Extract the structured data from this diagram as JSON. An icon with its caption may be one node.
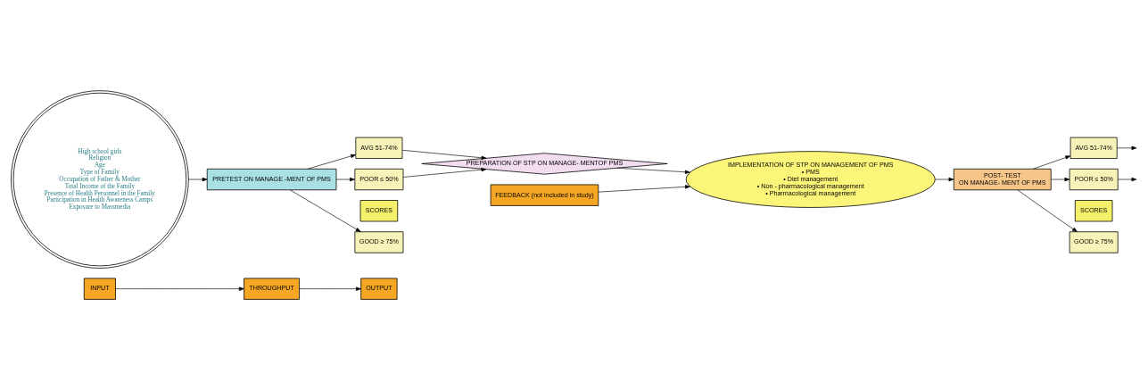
{
  "diagram": {
    "nodes": [
      {
        "text": [
          "INPUT"
        ]
      },
      {
        "text": [
          "THROUGHPUT"
        ]
      },
      {
        "text": [
          "OUTPUT"
        ]
      },
      {
        "text": [
          "High school girls",
          "Religion",
          "Age",
          "Type of Family",
          "Occupation of Father & Mother",
          "Total Income of the Family",
          "Presence of Health Personnel in the Family",
          "Participation in Health Awareness Camps",
          "Exposure to Massmedia"
        ]
      },
      {
        "text": [
          "PRETEST ON MANAGE -MENT OF PMS"
        ]
      },
      {
        "text": [
          "SCORES"
        ]
      },
      {
        "text": [
          "GOOD ≥ 75%"
        ]
      },
      {
        "text": [
          "AVG 51-74%"
        ]
      },
      {
        "text": [
          "POOR ≤ 50%"
        ]
      },
      {
        "text": [
          "PREPARATION OF STP ON MANAGE- MENTOF PMS"
        ]
      },
      {
        "text": [
          "IMPLEMENTATION OF STP ON MANAGEMENT OF PMS",
          "• PMS",
          "• Diet management",
          "• Non - pharmacological management",
          "• Pharmacological management"
        ]
      },
      {
        "text": [
          "POST- TEST",
          "ON MANAGE- MENT OF PMS"
        ]
      },
      {
        "text": [
          "SCORES"
        ]
      },
      {
        "text": [
          "GOOD ≥ 75%"
        ]
      },
      {
        "text": [
          "AVG 51-74%"
        ]
      },
      {
        "text": [
          "POOR ≤ 50%"
        ]
      },
      {
        "text": [
          "FEEDBACK (not included in study)"
        ]
      }
    ],
    "edges": [
      {
        "from": 0,
        "to": 1,
        "arrow": "to"
      },
      {
        "from": 1,
        "to": 2,
        "arrow": "to"
      },
      {
        "from": 3,
        "to": 4,
        "arrow": "to"
      },
      {
        "from": 4,
        "to": 6,
        "arrow": "to"
      },
      {
        "from": 4,
        "to": 7,
        "arrow": "to"
      },
      {
        "from": 4,
        "to": 8,
        "arrow": "to"
      },
      {
        "from": 7,
        "to": 9,
        "arrow": "to"
      },
      {
        "from": 8,
        "to": 9,
        "arrow": "to"
      },
      {
        "from": 9,
        "to": 10,
        "arrow": "to"
      },
      {
        "from": 10,
        "to": 11,
        "arrow": "to"
      },
      {
        "from": 11,
        "to": 13,
        "arrow": "to"
      },
      {
        "from": 11,
        "to": 14,
        "arrow": "to"
      },
      {
        "from": 11,
        "to": 15,
        "arrow": "to"
      },
      {
        "from": 14,
        "to": null,
        "arrow": "to"
      },
      {
        "from": 15,
        "to": null,
        "arrow": "to"
      },
      {
        "from": 16,
        "to": 10,
        "arrow": "to"
      }
    ]
  }
}
